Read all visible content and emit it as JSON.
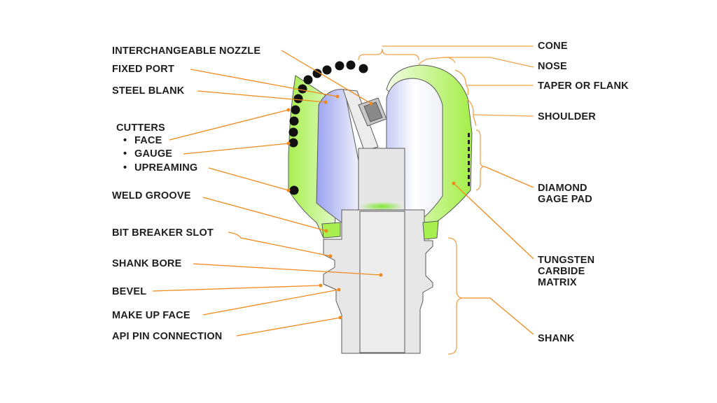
{
  "labels": {
    "interchangeable_nozzle": "INTERCHANGEABLE NOZZLE",
    "fixed_port": "FIXED PORT",
    "steel_blank": "STEEL BLANK",
    "cutters": "CUTTERS",
    "cutters_face": "FACE",
    "cutters_gauge": "GAUGE",
    "cutters_upreaming": "UPREAMING",
    "bullet": "•",
    "weld_groove": "WELD GROOVE",
    "bit_breaker_slot": "BIT BREAKER SLOT",
    "shank_bore": "SHANK BORE",
    "bevel": "BEVEL",
    "make_up_face": "MAKE UP FACE",
    "api_pin_connection": "API PIN CONNECTION",
    "cone": "CONE",
    "nose": "NOSE",
    "taper_or_flank": "TAPER OR FLANK",
    "shoulder": "SHOULDER",
    "diamond_gage_pad_1": "DIAMOND",
    "diamond_gage_pad_2": "GAGE PAD",
    "tungsten_1": "TUNGSTEN",
    "tungsten_2": "CARBIDE",
    "tungsten_3": "MATRIX",
    "shank": "SHANK"
  },
  "colors": {
    "matrix_green": "#a8f04a",
    "steel_blue": "#9ea6f2",
    "body_gray": "#e8e8e8",
    "leader_orange": "#f08a1c",
    "cutter_black": "#111111"
  }
}
